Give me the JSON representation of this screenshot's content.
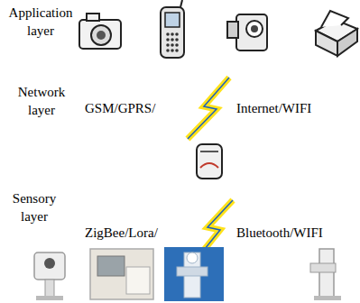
{
  "diagram": {
    "labels": [
      "Application layer",
      "Network layer",
      "Sensory layer",
      "GSM/GPRS/",
      "Internet/WIFI",
      "ZigBee/Lora/",
      "Bluetooth/WIFI"
    ]
  }
}
